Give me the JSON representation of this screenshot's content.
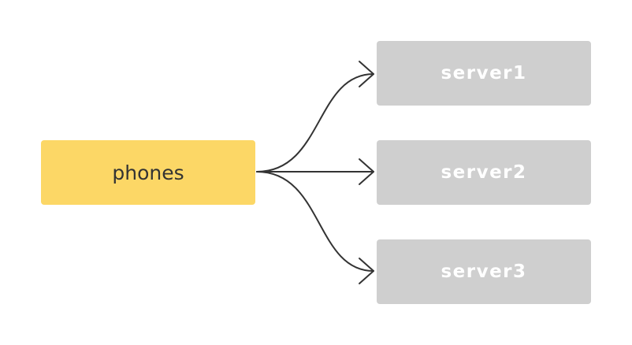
{
  "colors": {
    "source_fill": "#fcd766",
    "source_text": "#333333",
    "target_fill": "#cfcfcf",
    "target_text": "#ffffff",
    "edge": "#333333"
  },
  "source": {
    "label": "phones"
  },
  "targets": [
    {
      "label": "server1"
    },
    {
      "label": "server2"
    },
    {
      "label": "server3"
    }
  ],
  "edges": [
    {
      "from": "phones",
      "to": "server1"
    },
    {
      "from": "phones",
      "to": "server2"
    },
    {
      "from": "phones",
      "to": "server3"
    }
  ]
}
